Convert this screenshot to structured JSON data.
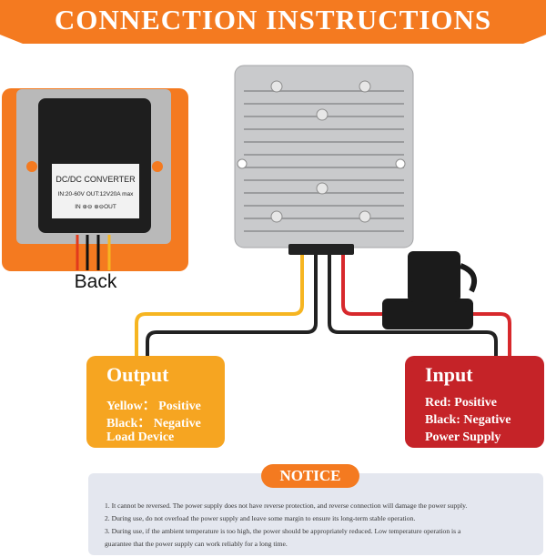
{
  "banner": {
    "title": "CONNECTION INSTRUCTIONS",
    "color": "#f47a20"
  },
  "back_view": {
    "caption": "Back",
    "label_title": "DC/DC CONVERTER",
    "label_spec": "IN:20-60V   OUT:12V20A max",
    "label_io": "IN ⊕⊖ ⊕⊖OUT"
  },
  "output": {
    "title": "Output",
    "lines": [
      "Yellow： Positive",
      "Black： Negative",
      "Load Device"
    ],
    "color": "#f6a521"
  },
  "input": {
    "title": "Input",
    "lines": [
      "Red: Positive",
      "Black: Negative",
      "Power Supply"
    ],
    "color": "#c52328"
  },
  "notice": {
    "title": "NOTICE",
    "lines": [
      "1. It cannot be reversed. The power supply does not have reverse protection, and reverse connection will damage the power supply.",
      "2. During use, do not overload the power supply and leave some margin to ensure its long-term stable operation.",
      "3. During use, if the ambient temperature is too high, the power should be appropriately reduced. Low temperature operation is a",
      "guarantee that the power supply can work reliably for a long time."
    ]
  }
}
